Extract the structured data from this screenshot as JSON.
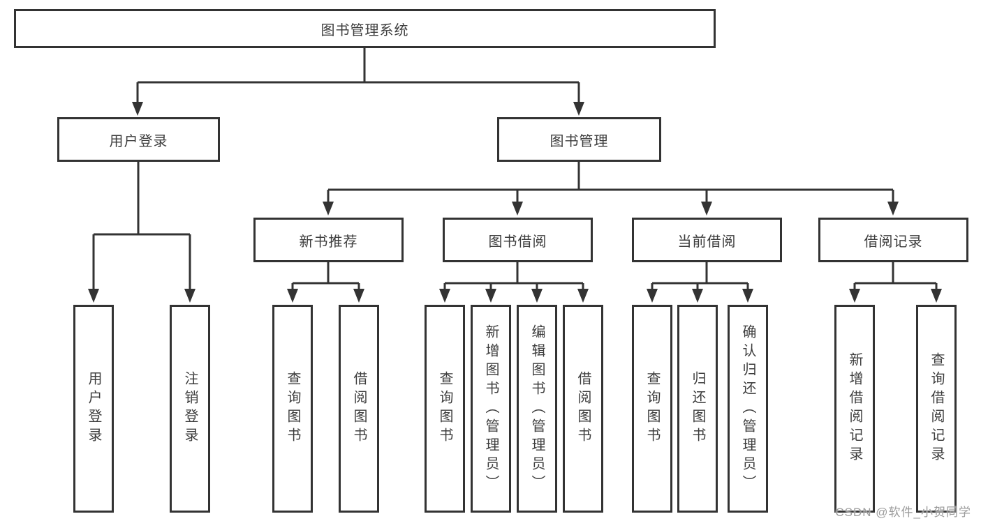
{
  "colors": {
    "line": "#333333",
    "text": "#3d3d3d",
    "watermark": "#9b9b9b",
    "background": "#ffffff"
  },
  "watermark": "CSDN @软件_小贺同学",
  "tree": {
    "root": "图书管理系统",
    "children": [
      {
        "label": "用户登录",
        "children": [
          "用户登录",
          "注销登录"
        ]
      },
      {
        "label": "图书管理",
        "children": [
          {
            "label": "新书推荐",
            "children": [
              "查询图书",
              "借阅图书"
            ]
          },
          {
            "label": "图书借阅",
            "children": [
              "查询图书",
              "新增图书（管理员）",
              "编辑图书（管理员）",
              "借阅图书"
            ]
          },
          {
            "label": "当前借阅",
            "children": [
              "查询图书",
              "归还图书",
              "确认归还（管理员）"
            ]
          },
          {
            "label": "借阅记录",
            "children": [
              "新增借阅记录",
              "查询借阅记录"
            ]
          }
        ]
      }
    ]
  }
}
